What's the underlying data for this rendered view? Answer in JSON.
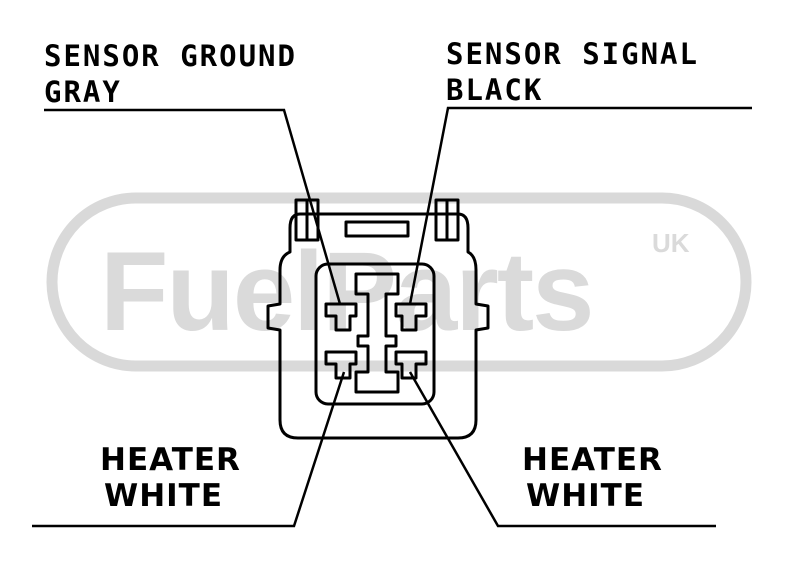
{
  "watermark": {
    "brand": "FuelParts",
    "region": "UK",
    "color": "#d9d9d9"
  },
  "labels": {
    "sensor_ground": {
      "line1": "SENSOR GROUND",
      "line2": "GRAY"
    },
    "sensor_signal": {
      "line1": "SENSOR SIGNAL",
      "line2": "BLACK"
    },
    "heater_left": {
      "line1": "HEATER",
      "line2": "WHITE"
    },
    "heater_right": {
      "line1": "HEATER",
      "line2": "WHITE"
    }
  },
  "colors": {
    "line": "#000000",
    "background": "#ffffff"
  }
}
